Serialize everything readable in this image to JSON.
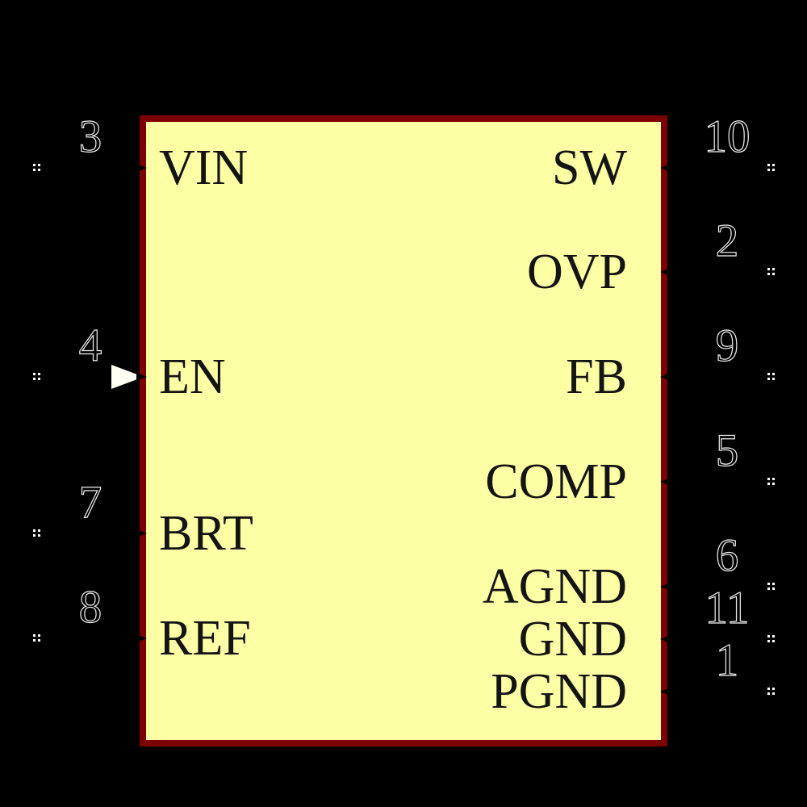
{
  "colors": {
    "background": "#000000",
    "body_fill": "#FCFFA4",
    "body_border": "#7C0101",
    "label_color": "#141414",
    "number_outline": "#efefef",
    "dot_color": "#ffffff",
    "arrow_fill": "#FFFFF2"
  },
  "pins": {
    "left": [
      {
        "number": "3",
        "name": "VIN"
      },
      {
        "number": "4",
        "name": "EN"
      },
      {
        "number": "7",
        "name": "BRT"
      },
      {
        "number": "8",
        "name": "REF"
      }
    ],
    "right": [
      {
        "number": "10",
        "name": "SW"
      },
      {
        "number": "2",
        "name": "OVP"
      },
      {
        "number": "9",
        "name": "FB"
      },
      {
        "number": "5",
        "name": "COMP"
      },
      {
        "number": "6",
        "name": "AGND"
      },
      {
        "number": "11",
        "name": "GND"
      },
      {
        "number": "1",
        "name": "PGND"
      }
    ]
  }
}
